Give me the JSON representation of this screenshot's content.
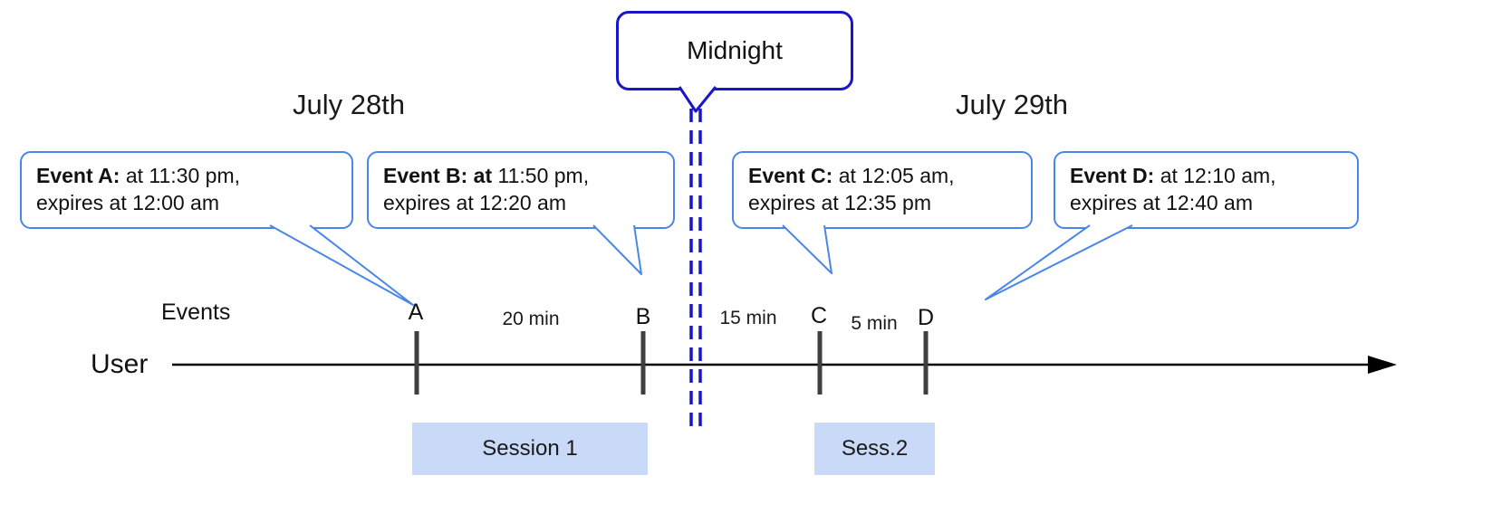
{
  "dates": {
    "left": "July 28th",
    "right": "July 29th"
  },
  "midnight_label": "Midnight",
  "axis": {
    "events_label": "Events",
    "user_label": "User"
  },
  "bubbles": [
    {
      "bold": "Event A:",
      "line1": "at 11:30 pm,",
      "line2": "expires at 12:00 am"
    },
    {
      "bold": "Event B: at",
      "line1": "11:50 pm,",
      "line2": "expires at 12:20 am"
    },
    {
      "bold": "Event C:",
      "line1": "at 12:05 am,",
      "line2": "expires at 12:35 pm"
    },
    {
      "bold": "Event D:",
      "line1": "at 12:10 am,",
      "line2": "expires at 12:40 am"
    }
  ],
  "ticks": {
    "a": "A",
    "b": "B",
    "c": "C",
    "d": "D"
  },
  "intervals": {
    "ab": "20 min",
    "bc": "15 min",
    "cd": "5 min"
  },
  "sessions": {
    "s1": "Session 1",
    "s2": "Sess.2"
  },
  "colors": {
    "event_border": "#4a86e8",
    "midnight_blue": "#1a16c8",
    "session_fill": "#c9daf8",
    "timeline": "#000000",
    "tick": "#3f3f3f"
  }
}
